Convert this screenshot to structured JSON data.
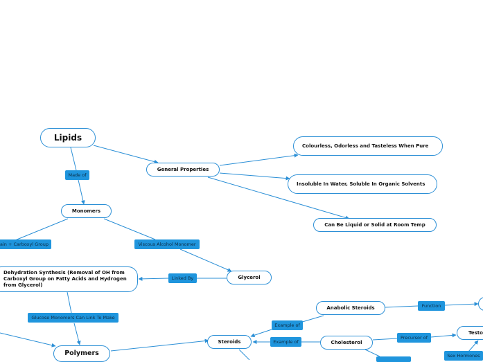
{
  "nodes": {
    "lipids": "Lipids",
    "general_properties": "General Properties",
    "colourless": "Colourless, Odorless and Tasteless When Pure",
    "insoluble": "Insoluble In Water, Soluble In Organic Solvents",
    "liquid_solid": "Can Be Liquid or Solid at Room Temp",
    "monomers": "Monomers",
    "glycerol": "Glycerol",
    "dehydration": "Dehydration Synthesis (Removal of OH from Carboxyl Group on Fatty Acids and Hydrogen from Glycerol)",
    "polymers": "Polymers",
    "steroids": "Steroids",
    "anabolic": "Anabolic Steroids",
    "cholesterol": "Cholesterol",
    "testo": "Testo"
  },
  "labels": {
    "made_of": "Made of",
    "chain_carboxyl": "ain + Carboxyl Group",
    "viscous": "Viscous Alcohol Monomer",
    "linked_by": "Linked By",
    "glucose": "Glucose Monomers Can Link To Make",
    "example_of_1": "Example of",
    "example_of_2": "Example of",
    "function": "Function",
    "precursor_of": "Precursor of",
    "sex_hormones": "Sex Hormones"
  },
  "colors": {
    "node_border": "#2b8fd6",
    "connector": "#2b8fd6",
    "label_fill": "#1f95dd"
  }
}
